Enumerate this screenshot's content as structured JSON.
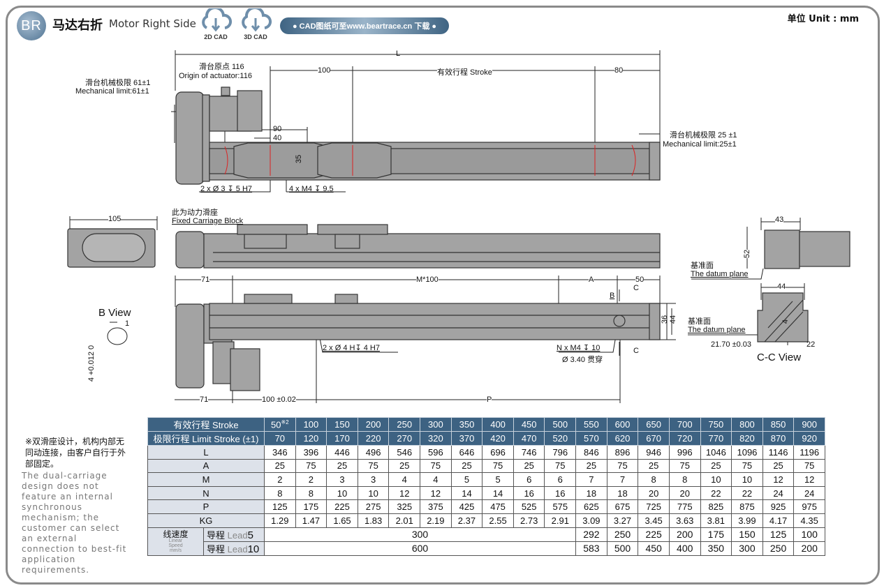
{
  "header": {
    "badge": "BR",
    "title_cn": "马达右折",
    "title_en": "Motor Right Side",
    "cad2d": "2D CAD",
    "cad3d": "3D CAD",
    "download": "● CAD图纸可至www.beartrace.cn 下载 ●",
    "unit": "单位 Unit : mm"
  },
  "drawing": {
    "L": "L",
    "origin_cn": "滑台原点 116",
    "origin_en": "Origin of actuator:116",
    "mech_left_cn": "滑台机械极限 61±1",
    "mech_left_en": "Mechanical limit:61±1",
    "d100": "100",
    "stroke": "有效行程 Stroke",
    "d80": "80",
    "mech_right_cn": "滑台机械极限 25 ±1",
    "mech_right_en": "Mechanical limit:25±1",
    "d90": "90",
    "d40": "40",
    "d35": "35",
    "pin": "2 x Ø 3 ↧ 5 H7",
    "m4": "4 x M4 ↧ 9.5",
    "d105": "105",
    "fixed_cn": "此为动力滑座",
    "fixed_en": "Fixed Carriage Block",
    "d71a": "71",
    "m100": "M*100",
    "A": "A",
    "d50": "50",
    "B": "B",
    "C1": "C",
    "C2": "C",
    "d36": "36",
    "d44v": "44",
    "hole2": "2 x Ø 4 H↧ 4 H7",
    "nm4": "N x M4 ↧ 10",
    "thru": "Ø 3.40 贯穿",
    "d71b": "71",
    "d100tol": "100 ±0.02",
    "P": "P",
    "bview": "B View",
    "b1": "1",
    "btol": "4 +0.012 0",
    "d43": "43",
    "d52": "52",
    "datum_cn1": "基准面",
    "datum_en1": "The datum plane",
    "d44": "44",
    "d4": "4",
    "datum_cn2": "基准面",
    "datum_en2": "The datum plane",
    "d2170": "21.70 ±0.03",
    "d22": "22",
    "ccview": "C-C View"
  },
  "notes": {
    "cn": "※双滑座设计，机构内部无同动连接，由客户自行于外部固定。",
    "en": "The dual-carriage design does not feature an internal synchronous mechanism; the customer can select an external connection to best-fit application requirements."
  },
  "table": {
    "stroke_label": "有效行程 Stroke",
    "limit_label": "极限行程 Limit Stroke (±1)",
    "strokes": [
      "50",
      "100",
      "150",
      "200",
      "250",
      "300",
      "350",
      "400",
      "450",
      "500",
      "550",
      "600",
      "650",
      "700",
      "750",
      "800",
      "850",
      "900"
    ],
    "stroke_note": "※2",
    "limits": [
      "70",
      "120",
      "170",
      "220",
      "270",
      "320",
      "370",
      "420",
      "470",
      "520",
      "570",
      "620",
      "670",
      "720",
      "770",
      "820",
      "870",
      "920"
    ],
    "rows": [
      {
        "label": "L",
        "values": [
          "346",
          "396",
          "446",
          "496",
          "546",
          "596",
          "646",
          "696",
          "746",
          "796",
          "846",
          "896",
          "946",
          "996",
          "1046",
          "1096",
          "1146",
          "1196"
        ]
      },
      {
        "label": "A",
        "values": [
          "25",
          "75",
          "25",
          "75",
          "25",
          "75",
          "25",
          "75",
          "25",
          "75",
          "25",
          "75",
          "25",
          "75",
          "25",
          "75",
          "25",
          "75"
        ]
      },
      {
        "label": "M",
        "values": [
          "2",
          "2",
          "3",
          "3",
          "4",
          "4",
          "5",
          "5",
          "6",
          "6",
          "7",
          "7",
          "8",
          "8",
          "10",
          "10",
          "12",
          "12"
        ]
      },
      {
        "label": "N",
        "values": [
          "8",
          "8",
          "10",
          "10",
          "12",
          "12",
          "14",
          "14",
          "16",
          "16",
          "18",
          "18",
          "20",
          "20",
          "22",
          "22",
          "24",
          "24"
        ]
      },
      {
        "label": "P",
        "values": [
          "125",
          "175",
          "225",
          "275",
          "325",
          "375",
          "425",
          "475",
          "525",
          "575",
          "625",
          "675",
          "725",
          "775",
          "825",
          "875",
          "925",
          "975"
        ]
      },
      {
        "label": "KG",
        "values": [
          "1.29",
          "1.47",
          "1.65",
          "1.83",
          "2.01",
          "2.19",
          "2.37",
          "2.55",
          "2.73",
          "2.91",
          "3.09",
          "3.27",
          "3.45",
          "3.63",
          "3.81",
          "3.99",
          "4.17",
          "4.35"
        ]
      }
    ],
    "speed_cn": "线速度",
    "speed_en1": "Linear",
    "speed_en2": "Speed",
    "speed_unit": "mm/s",
    "lead5": {
      "cn": "导程",
      "en": "Lead",
      "num": "5",
      "span": "300",
      "values": [
        "292",
        "250",
        "225",
        "200",
        "175",
        "150",
        "125",
        "100"
      ]
    },
    "lead10": {
      "cn": "导程",
      "en": "Lead",
      "num": "10",
      "span": "600",
      "values": [
        "583",
        "500",
        "450",
        "400",
        "350",
        "300",
        "250",
        "200"
      ]
    }
  }
}
